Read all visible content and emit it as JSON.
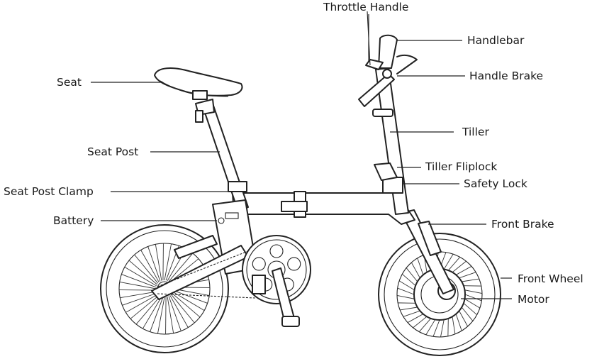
{
  "labels": {
    "throttle_handle": "Throttle Handle",
    "handlebar": "Handlebar",
    "handle_brake": "Handle Brake",
    "seat": "Seat",
    "tiller": "Tiller",
    "seat_post": "Seat Post",
    "tiller_fliplock": "Tiller Fliplock",
    "seat_post_clamp": "Seat Post Clamp",
    "safety_lock": "Safety Lock",
    "battery": "Battery",
    "front_brake": "Front Brake",
    "front_wheel": "Front Wheel",
    "motor": "Motor"
  }
}
